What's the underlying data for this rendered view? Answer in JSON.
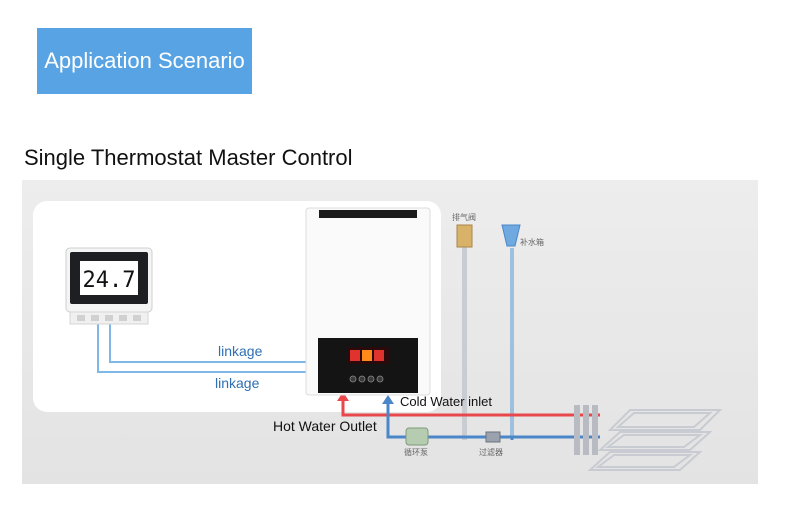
{
  "banner": {
    "label": "Application Scenario"
  },
  "heading": {
    "title": "Single Thermostat Master Control"
  },
  "thermostat": {
    "display": "24.7"
  },
  "labels": {
    "linkage_top": "linkage",
    "linkage_bottom": "linkage",
    "cold_water_inlet": "Cold Water inlet",
    "hot_water_outlet": "Hot Water Outlet",
    "exhaust_valve": "排气阀",
    "makeup_tank": "补水箱",
    "circulation_pump": "循环泵",
    "filter": "过滤器"
  },
  "colors": {
    "banner": "#58a3e3",
    "linkage_line": "#7fb8e8",
    "hot_pipe": "#e8474b",
    "cold_pipe": "#4a86c8"
  }
}
